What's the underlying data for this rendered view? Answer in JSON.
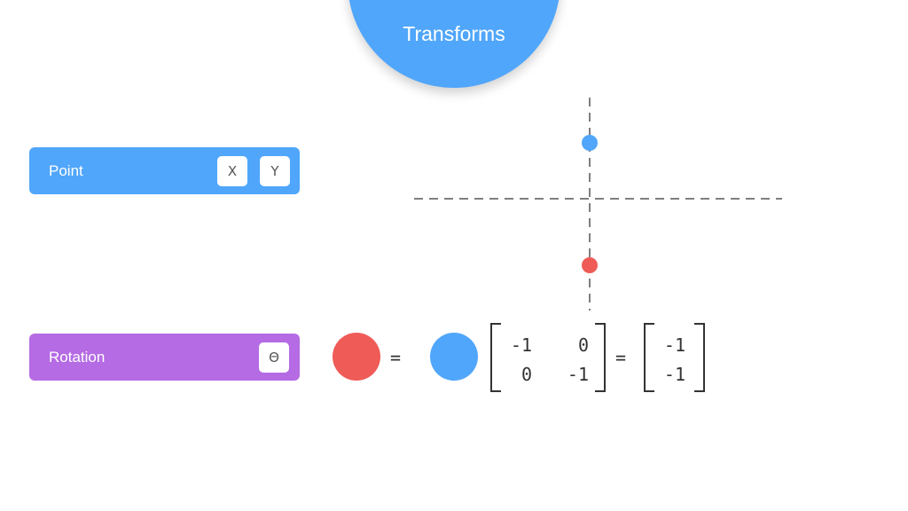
{
  "title": "Transforms",
  "point_panel": {
    "label": "Point",
    "x_value": "X",
    "y_value": "Y"
  },
  "rotation_panel": {
    "label": "Rotation",
    "theta_value": "Θ"
  },
  "equation": {
    "equals": "=",
    "matrix": [
      [
        "-1",
        "0"
      ],
      [
        "0",
        "-1"
      ]
    ],
    "result": [
      "-1",
      "-1"
    ]
  },
  "plot": {
    "original_point": {
      "color": "#50a6fa"
    },
    "rotated_point": {
      "color": "#ef5b57"
    }
  },
  "colors": {
    "blue": "#50a6fa",
    "purple": "#b56be3",
    "red": "#ef5b57",
    "axis": "#555555"
  }
}
